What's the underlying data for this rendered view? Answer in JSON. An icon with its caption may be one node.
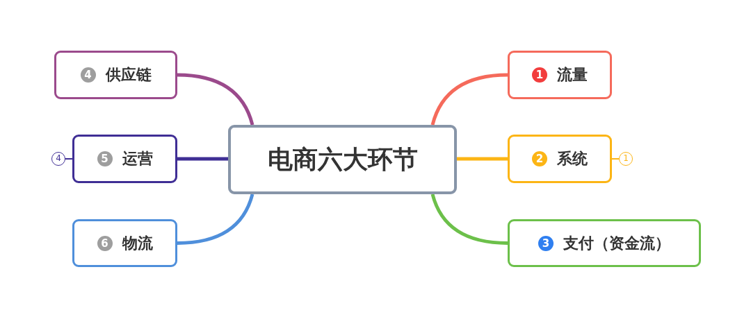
{
  "diagram": {
    "nodes": [
      {
        "text": [
          "电商六大环节"
        ]
      },
      {
        "text": [
          "1",
          "流量"
        ]
      },
      {
        "text": [
          "2",
          "系统"
        ],
        "beside": [
          "1"
        ]
      },
      {
        "text": [
          "3",
          "支付（资金流）"
        ]
      },
      {
        "text": [
          "4",
          "供应链"
        ]
      },
      {
        "text": [
          "5",
          "运营"
        ],
        "beside": [
          "4"
        ]
      },
      {
        "text": [
          "6",
          "物流"
        ]
      }
    ],
    "edges": [
      {
        "from": 0,
        "to": 1,
        "arrow": "none",
        "color": "#f56a5b"
      },
      {
        "from": 0,
        "to": 2,
        "arrow": "none",
        "color": "#fcb515"
      },
      {
        "from": 0,
        "to": 3,
        "arrow": "none",
        "color": "#6cc04a"
      },
      {
        "from": 0,
        "to": 4,
        "arrow": "none",
        "color": "#9b4a8c"
      },
      {
        "from": 0,
        "to": 5,
        "arrow": "none",
        "color": "#3f2e95"
      },
      {
        "from": 0,
        "to": 6,
        "arrow": "none",
        "color": "#4f8fdb"
      }
    ]
  }
}
